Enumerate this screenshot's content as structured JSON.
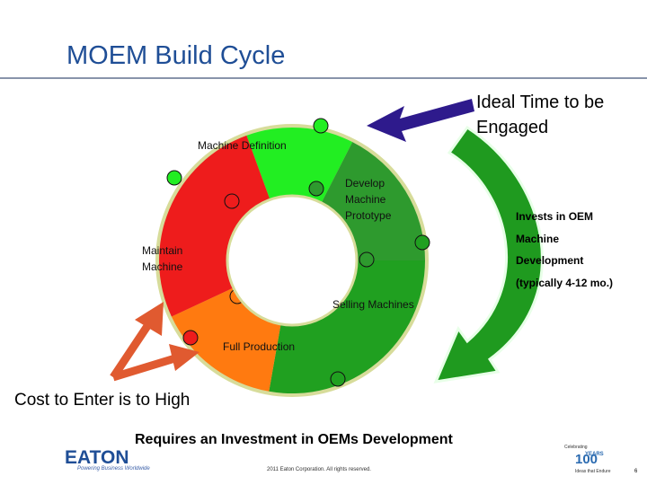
{
  "title": "MOEM Build Cycle",
  "ideal_time": {
    "line1": "Ideal Time to be",
    "line2": "Engaged"
  },
  "segments": {
    "machine_definition": "Machine Definition",
    "develop_prototype": [
      "Develop",
      "Machine",
      "Prototype"
    ],
    "maintain_machine": [
      "Maintain",
      "Machine"
    ],
    "selling_machines": "Selling Machines",
    "full_production": "Full Production"
  },
  "invests": [
    "Invests in OEM",
    "Machine",
    "Development",
    "(typically 4-12 mo.)"
  ],
  "cost_to_enter": "Cost to Enter is to High",
  "requires": "Requires an Investment in OEMs Development",
  "footer": {
    "copyright": "2011 Eaton Corporation. All rights reserved.",
    "page_number": "6",
    "logo_text": "EATON",
    "logo_tagline": "Powering Business Worldwide",
    "badge_top": "Celebrating",
    "badge_number": "100",
    "badge_years": "YEARS",
    "badge_bottom": "Ideas that Endure"
  },
  "colors": {
    "title": "#1f4e96",
    "light_green": "#22ee22",
    "dark_green": "#2e9a2e",
    "green": "#20a020",
    "red": "#ee1c1c",
    "orange": "#ff7a10",
    "ring_border": "#d7dc9a",
    "arrow_purple": "#2e1a8c",
    "arrow_orange": "#e05a30",
    "eaton_blue": "#1f4e96"
  },
  "icons": [
    "eaton-logo-icon",
    "centennial-badge-icon",
    "curved-green-arrow-icon",
    "purple-arrow-icon",
    "orange-split-arrow-icon"
  ]
}
